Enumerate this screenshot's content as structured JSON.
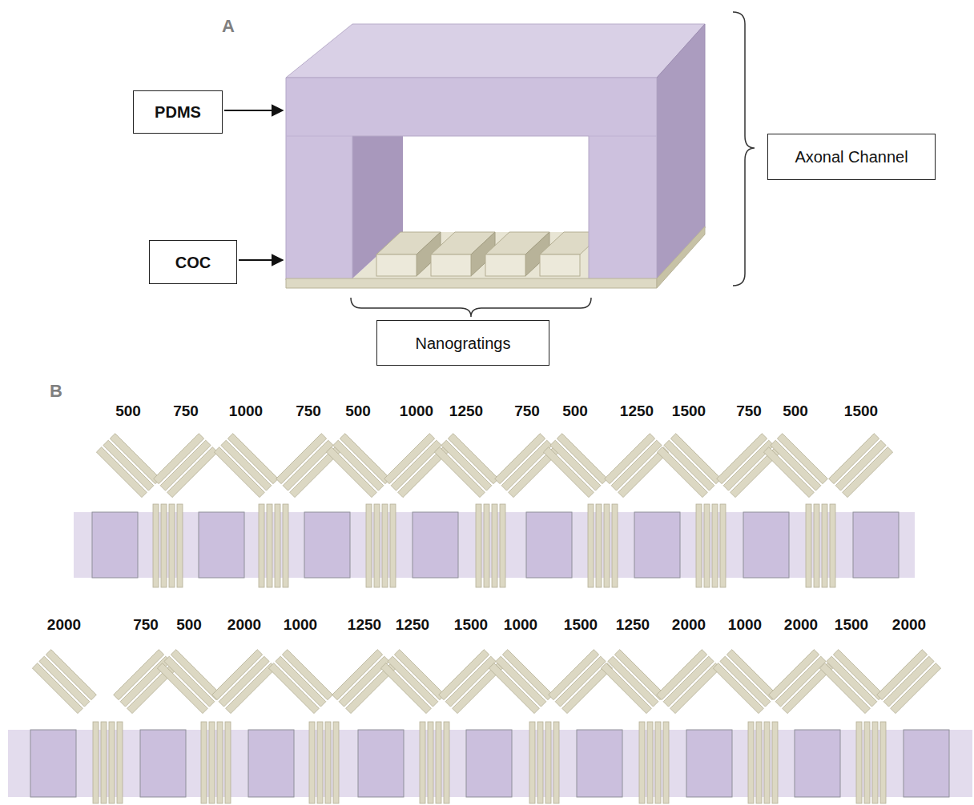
{
  "diagram": {
    "nodes": [
      {
        "text": [
          "PDMS"
        ]
      },
      {
        "text": [
          "Axonal Channel"
        ]
      },
      {
        "text": [
          "COC"
        ]
      },
      {
        "text": [
          "Nanogratings"
        ]
      }
    ],
    "labels": [
      "A",
      "B",
      "500",
      "750",
      "1000",
      "750",
      "500",
      "1000",
      "1250",
      "750",
      "500",
      "1250",
      "1500",
      "750",
      "500",
      "1500",
      "2000",
      "750",
      "500",
      "2000",
      "1000",
      "1250",
      "1250",
      "1500",
      "1000",
      "1500",
      "1250",
      "2000",
      "1000",
      "2000",
      "1500",
      "2000"
    ]
  }
}
